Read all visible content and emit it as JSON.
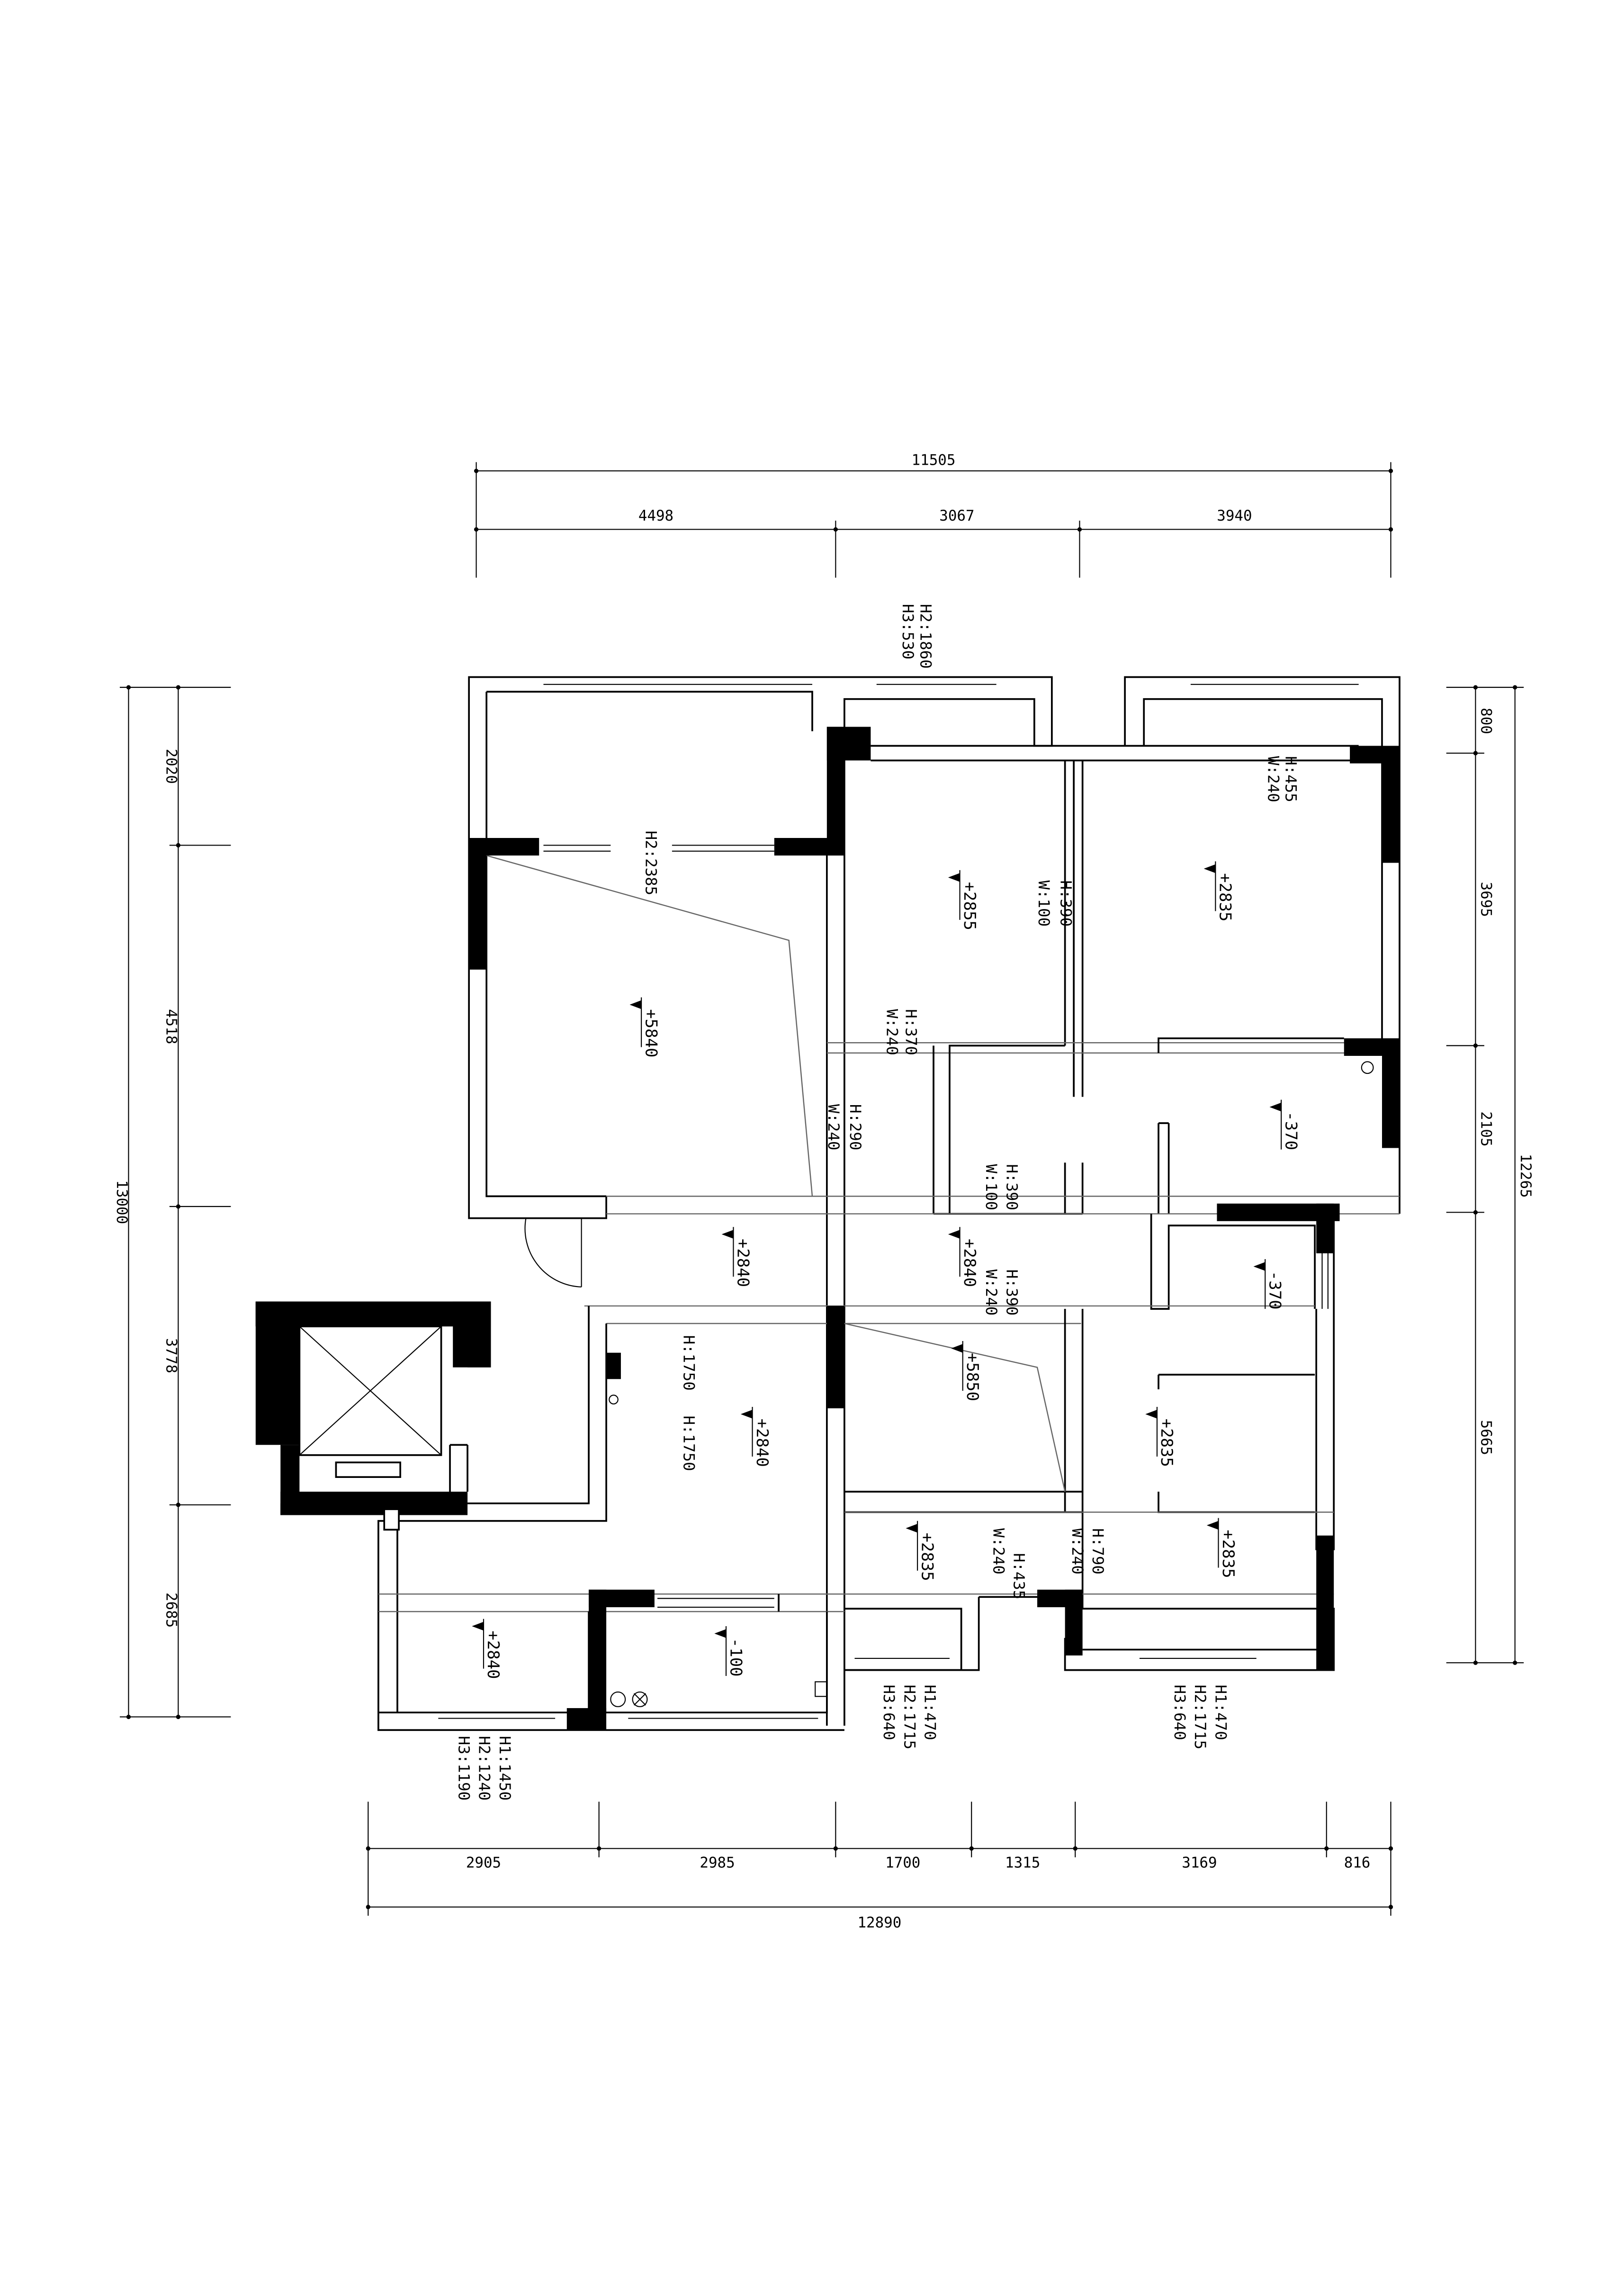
{
  "dimensions": {
    "top_total": "11505",
    "top_segments": [
      "4498",
      "3067",
      "3940"
    ],
    "bottom_segments": [
      "2905",
      "2985",
      "1700",
      "1315",
      "3169",
      "816"
    ],
    "bottom_total": "12890",
    "left_total": "13000",
    "left_segments": [
      "2020",
      "4518",
      "3778",
      "2685"
    ],
    "right_total": "12265",
    "right_segments": [
      "800",
      "3695",
      "2105",
      "5665"
    ]
  },
  "levels": {
    "living_upper": "+5840",
    "bedroom_a": "+2855",
    "bedroom_b": "+2835",
    "bathroom_a": "-370",
    "bathroom_b": "-370",
    "corridor_left": "+2840",
    "corridor_mid": "+2840",
    "room_center": "+5850",
    "dining": "+2840",
    "bedroom_c": "+2835",
    "balcony_mid": "+2835",
    "bedroom_d": "+2835",
    "room_lower_left": "+2840",
    "kitchen": "-100"
  },
  "annotations": {
    "top_window_h2": "H2:1860",
    "top_window_h3": "H3:530",
    "living_window_h2": "H2:2385",
    "beam_h455": "H:455",
    "beam_w240_top": "W:240",
    "beam_h390_a": "H:390",
    "beam_w100_a": "W:100",
    "beam_h370": "H:370",
    "beam_w240_b": "W:240",
    "beam_h290": "H:290",
    "beam_w240_c": "W:240",
    "beam_h390_b": "H:390",
    "beam_w100_b": "W:100",
    "beam_h390_c": "H:390",
    "beam_w240_d": "W:240",
    "beam_h1750_a": "H:1750",
    "beam_h1750_b": "H:1750",
    "beam_h435": "H:435",
    "beam_w240_e": "W:240",
    "beam_h790": "H:790",
    "beam_w240_f": "W:240",
    "bottom_left_h1": "H1:1450",
    "bottom_left_h2": "H2:1240",
    "bottom_left_h3": "H3:1190",
    "bottom_mid_h1": "H1:470",
    "bottom_mid_h2": "H2:1715",
    "bottom_mid_h3": "H3:640",
    "bottom_right_h1": "H1:470",
    "bottom_right_h2": "H2:1715",
    "bottom_right_h3": "H3:640"
  }
}
